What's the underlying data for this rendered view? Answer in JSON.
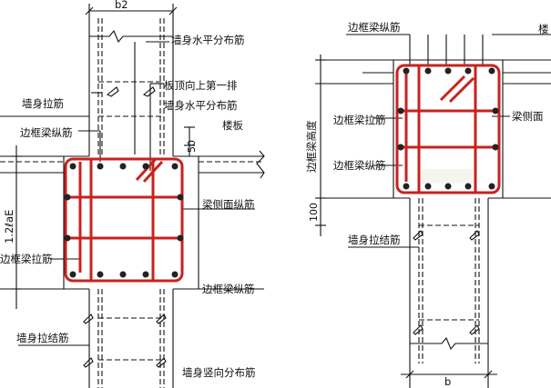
{
  "labels": {
    "b2": "b2",
    "wall_horizontal_top": "墙身水平分布筋",
    "wall_tie": "墙身拉筋",
    "slab_top_first_row": "板顶向上第一排",
    "wall_horizontal_2": "墙身水平分布筋",
    "edge_beam_long": "边框梁纵筋",
    "dim_50": "50",
    "slab": "楼板",
    "dim_12lae": "1.2ℓaE",
    "beam_side_long": "梁侧面纵筋",
    "edge_beam_tie": "边框梁拉筋",
    "edge_beam_long_bottom": "边框梁纵筋",
    "wall_tie_bottom": "墙身拉结筋",
    "wall_vertical": "墙身竖向分布筋",
    "r_edge_beam_long_top": "边框梁纵筋",
    "r_cut": "楼",
    "r_beam_side": "梁侧面",
    "r_edge_beam_tie": "边框梁拉筋",
    "r_edge_beam_long": "边框梁纵筋",
    "r_beam_height": "边框梁高度",
    "r_dim_100": "100",
    "r_wall_tie": "墙身拉结筋",
    "r_b": "b"
  },
  "colors": {
    "rebar_red": "#c8221f",
    "line_black": "#111111"
  }
}
